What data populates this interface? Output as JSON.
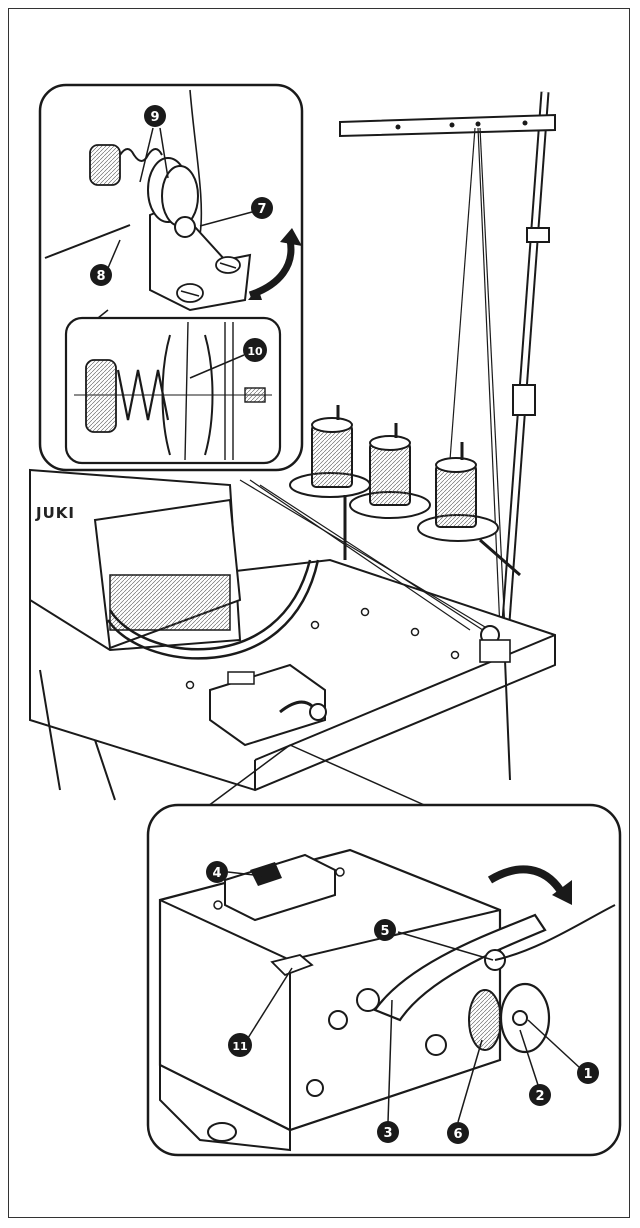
{
  "brand": "JUKI",
  "callouts": [
    {
      "id": "c1",
      "label": "1"
    },
    {
      "id": "c2",
      "label": "2"
    },
    {
      "id": "c3",
      "label": "3"
    },
    {
      "id": "c4",
      "label": "4"
    },
    {
      "id": "c5",
      "label": "5"
    },
    {
      "id": "c6",
      "label": "6"
    },
    {
      "id": "c7",
      "label": "7"
    },
    {
      "id": "c8",
      "label": "8"
    },
    {
      "id": "c9",
      "label": "9"
    },
    {
      "id": "c10",
      "label": "10"
    },
    {
      "id": "c11",
      "label": "11"
    }
  ],
  "colors": {
    "ink": "#1a1a1a",
    "paper": "#ffffff",
    "shade": "#d9d9d9"
  }
}
